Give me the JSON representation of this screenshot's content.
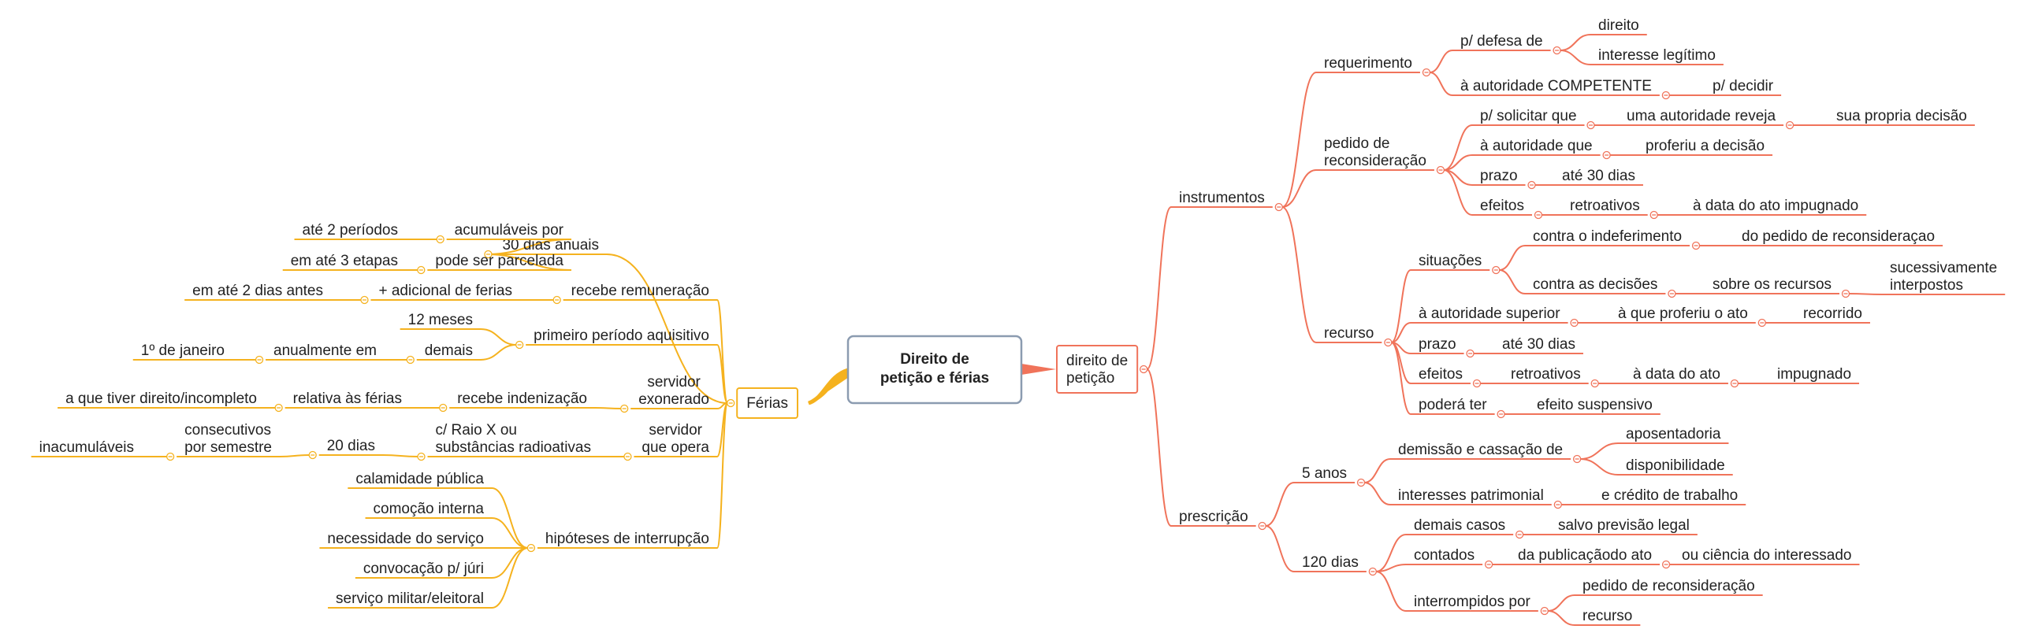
{
  "colors": {
    "left": "#f5b21e",
    "right": "#f0735a",
    "root": "#8b9bb0"
  },
  "root": {
    "lines": [
      "Direito de",
      "petição e férias"
    ]
  },
  "left": {
    "label": "Férias",
    "children": [
      {
        "label": "30 dias anuais",
        "children": [
          {
            "label": "acumuláveis por",
            "children": [
              {
                "label": "até 2 períodos"
              }
            ]
          },
          {
            "label": "pode ser parcelada",
            "children": [
              {
                "label": "em até 3 etapas"
              }
            ]
          }
        ]
      },
      {
        "label": "recebe remuneração",
        "children": [
          {
            "label": "+ adicional de ferias",
            "children": [
              {
                "label": "em até 2 dias antes"
              }
            ]
          }
        ]
      },
      {
        "label": "primeiro período aquisitivo",
        "children": [
          {
            "label": "12 meses"
          },
          {
            "label": "demais",
            "children": [
              {
                "label": "anualmente em",
                "children": [
                  {
                    "label": "1º de janeiro"
                  }
                ]
              }
            ]
          }
        ]
      },
      {
        "label": "servidor\nexonerado",
        "children": [
          {
            "label": "recebe indenização",
            "children": [
              {
                "label": "relativa às férias",
                "children": [
                  {
                    "label": "a que tiver direito/incompleto"
                  }
                ]
              }
            ]
          }
        ]
      },
      {
        "label": "servidor\nque opera",
        "children": [
          {
            "label": "c/ Raio X ou\nsubstâncias radioativas",
            "children": [
              {
                "label": "20 dias",
                "children": [
                  {
                    "label": "consecutivos\npor semestre",
                    "children": [
                      {
                        "label": "inacumuláveis"
                      }
                    ]
                  }
                ]
              }
            ]
          }
        ]
      },
      {
        "label": "hipóteses de interrupção",
        "children": [
          {
            "label": "calamidade pública"
          },
          {
            "label": "comoção interna"
          },
          {
            "label": "necessidade do serviço"
          },
          {
            "label": "convocação p/ júri"
          },
          {
            "label": "serviço militar/eleitoral"
          }
        ]
      }
    ]
  },
  "right": {
    "label": "direito de\npetição",
    "children": [
      {
        "label": "instrumentos",
        "children": [
          {
            "label": "requerimento",
            "children": [
              {
                "label": "p/ defesa de",
                "children": [
                  {
                    "label": "direito"
                  },
                  {
                    "label": "interesse legítimo"
                  }
                ]
              },
              {
                "label": "à autoridade COMPETENTE",
                "children": [
                  {
                    "label": "p/ decidir"
                  }
                ]
              }
            ]
          },
          {
            "label": "pedido de\nreconsideração",
            "children": [
              {
                "label": "p/ solicitar que",
                "children": [
                  {
                    "label": "uma autoridade reveja",
                    "children": [
                      {
                        "label": "sua propria decisão"
                      }
                    ]
                  }
                ]
              },
              {
                "label": "à autoridade que",
                "children": [
                  {
                    "label": "proferiu a decisão"
                  }
                ]
              },
              {
                "label": "prazo",
                "children": [
                  {
                    "label": "até 30 dias"
                  }
                ]
              },
              {
                "label": "efeitos",
                "children": [
                  {
                    "label": "retroativos",
                    "children": [
                      {
                        "label": "à data do ato impugnado"
                      }
                    ]
                  }
                ]
              }
            ]
          },
          {
            "label": "recurso",
            "children": [
              {
                "label": "situações",
                "children": [
                  {
                    "label": "contra o indeferimento",
                    "children": [
                      {
                        "label": "do pedido de reconsideraçao"
                      }
                    ]
                  },
                  {
                    "label": "contra as decisões",
                    "children": [
                      {
                        "label": "sobre os recursos",
                        "children": [
                          {
                            "label": "sucessivamente\ninterpostos"
                          }
                        ]
                      }
                    ]
                  }
                ]
              },
              {
                "label": "à autoridade superior",
                "children": [
                  {
                    "label": "à que proferiu o ato",
                    "children": [
                      {
                        "label": "recorrido"
                      }
                    ]
                  }
                ]
              },
              {
                "label": "prazo",
                "children": [
                  {
                    "label": "até 30 dias"
                  }
                ]
              },
              {
                "label": "efeitos",
                "children": [
                  {
                    "label": "retroativos",
                    "children": [
                      {
                        "label": "à data do ato",
                        "children": [
                          {
                            "label": "impugnado"
                          }
                        ]
                      }
                    ]
                  }
                ]
              },
              {
                "label": "poderá ter",
                "children": [
                  {
                    "label": "efeito suspensivo"
                  }
                ]
              }
            ]
          }
        ]
      },
      {
        "label": "prescrição",
        "children": [
          {
            "label": "5 anos",
            "children": [
              {
                "label": "demissão e cassação de",
                "children": [
                  {
                    "label": "aposentadoria"
                  },
                  {
                    "label": "disponibilidade"
                  }
                ]
              },
              {
                "label": "interesses patrimonial",
                "children": [
                  {
                    "label": "e crédito de trabalho"
                  }
                ]
              }
            ]
          },
          {
            "label": "120 dias",
            "children": [
              {
                "label": "demais casos",
                "children": [
                  {
                    "label": "salvo previsão legal"
                  }
                ]
              },
              {
                "label": "contados",
                "children": [
                  {
                    "label": "da publicaçãodo ato",
                    "children": [
                      {
                        "label": "ou ciência do interessado"
                      }
                    ]
                  }
                ]
              },
              {
                "label": "interrompidos por",
                "children": [
                  {
                    "label": "pedido de reconsideração"
                  },
                  {
                    "label": "recurso"
                  }
                ]
              }
            ]
          }
        ]
      }
    ]
  }
}
